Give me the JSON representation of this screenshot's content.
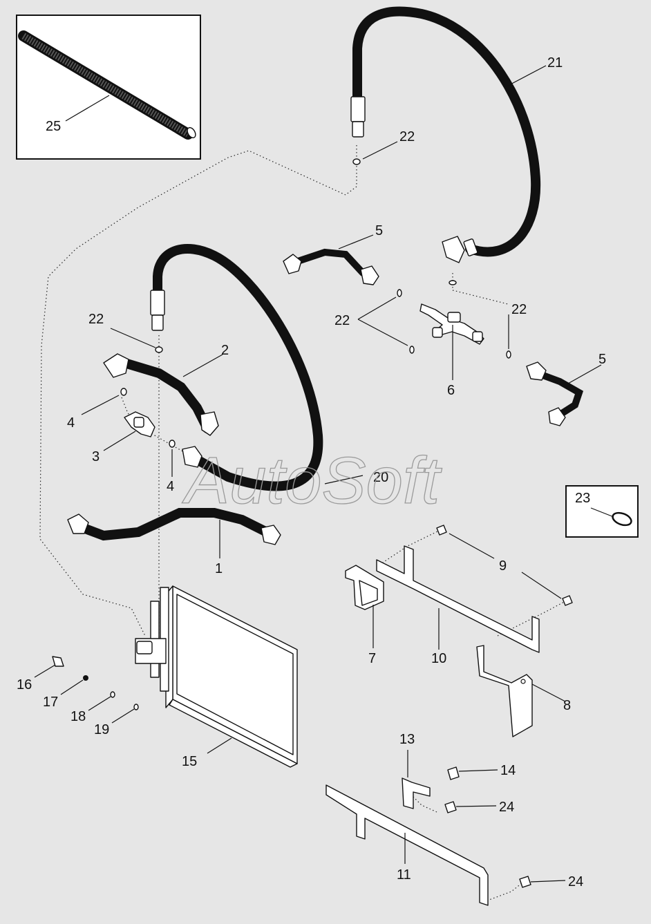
{
  "watermark": "AutoSoft",
  "callouts": {
    "c1": "1",
    "c2": "2",
    "c3": "3",
    "c4a": "4",
    "c4b": "4",
    "c5a": "5",
    "c5b": "5",
    "c6": "6",
    "c7": "7",
    "c8": "8",
    "c9": "9",
    "c10": "10",
    "c11": "11",
    "c13": "13",
    "c14": "14",
    "c15": "15",
    "c16": "16",
    "c17": "17",
    "c18": "18",
    "c19": "19",
    "c20": "20",
    "c21": "21",
    "c22a": "22",
    "c22b": "22",
    "c22c": "22",
    "c22d": "22",
    "c23": "23",
    "c24a": "24",
    "c24b": "24",
    "c25": "25"
  }
}
